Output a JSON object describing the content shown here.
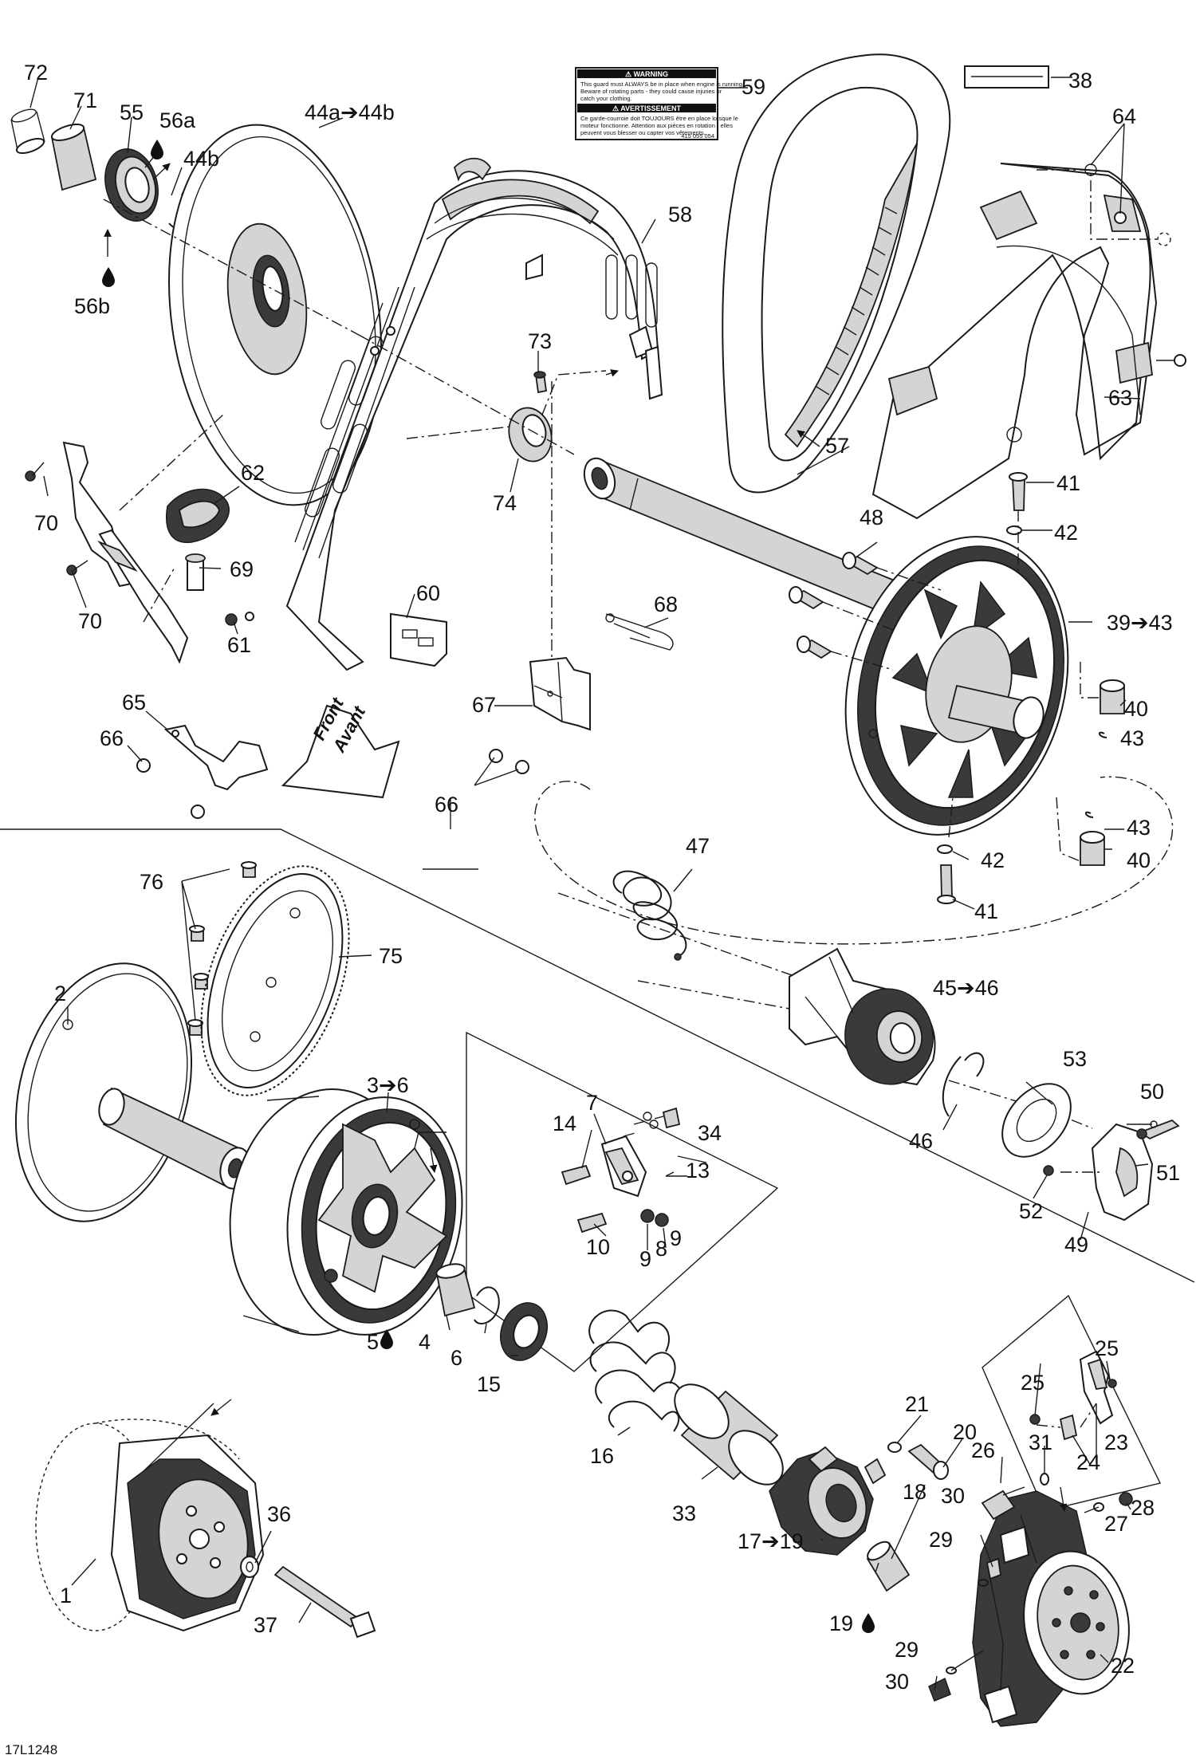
{
  "drawing_code": "17L1248",
  "front_arrow": {
    "line1": "Front",
    "line2": "Avant"
  },
  "warning_decal": {
    "heading_en": "⚠ WARNING",
    "text_en": [
      "This guard must ALWAYS be in place when engine is running.",
      "Beware of rotating parts - they could cause injuries or",
      "catch your clothing."
    ],
    "heading_fr": "⚠ AVERTISSEMENT",
    "text_fr": [
      "Ce garde-courroie doit TOUJOURS être en place lorsque le",
      "moteur fonctionne. Attention aux pièces en rotation - elles",
      "peuvent vous blesser ou capter vos vêtements."
    ],
    "code": "415 055 054"
  },
  "callouts": [
    "72",
    "71",
    "55",
    "56a",
    "44b",
    "56b",
    "44a➔44b",
    "59",
    "38",
    "64",
    "58",
    "73",
    "74",
    "62",
    "70",
    "69",
    "70",
    "60",
    "61",
    "65",
    "66",
    "67",
    "66",
    "68",
    "57",
    "63",
    "41",
    "42",
    "48",
    "39➔43",
    "40",
    "43",
    "43",
    "40",
    "42",
    "41",
    "47",
    "76",
    "75",
    "2",
    "3➔6",
    "7",
    "14",
    "34",
    "13",
    "10",
    "9",
    "8",
    "9",
    "45➔46",
    "53",
    "50",
    "46",
    "51",
    "52",
    "49",
    "5",
    "4",
    "6",
    "15",
    "16",
    "33",
    "21",
    "20",
    "18",
    "17➔19",
    "19",
    "25",
    "25",
    "23",
    "24",
    "26",
    "31",
    "30",
    "28",
    "27",
    "29",
    "29",
    "30",
    "22",
    "36",
    "37",
    "1"
  ]
}
